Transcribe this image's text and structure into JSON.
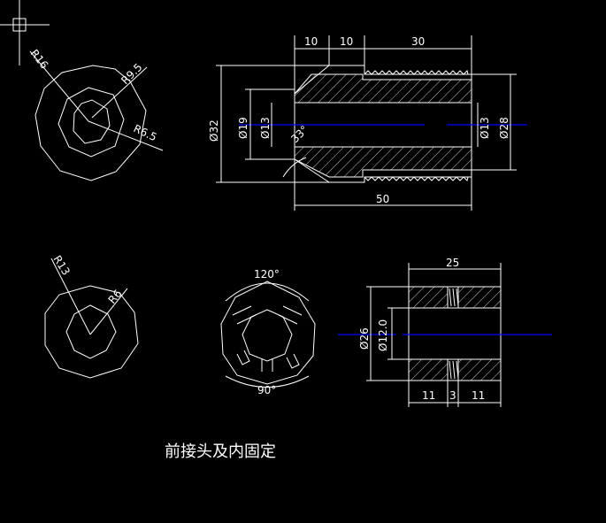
{
  "colors": {
    "background": "#000000",
    "lines": "#ffffff",
    "centerline": "#0000ff"
  },
  "icons": {
    "cursor": "crosshair-icon"
  },
  "dims": {
    "top_10a": "10",
    "top_10b": "10",
    "top_30": "30",
    "d32": "Ø32",
    "d19": "Ø19",
    "d13l": "Ø13",
    "ang33": "33°",
    "d13r": "Ø13",
    "d28": "Ø28",
    "len50": "50",
    "r16": "R16",
    "r95": "R9.5",
    "r65": "R6.5",
    "r13": "R13",
    "r6": "R6",
    "ang120": "120°",
    "ang90": "90°",
    "w25": "25",
    "d26": "Ø26",
    "d120": "Ø12.0",
    "s11a": "11",
    "s3": "3",
    "s11b": "11"
  },
  "caption": "前接头及内固定"
}
